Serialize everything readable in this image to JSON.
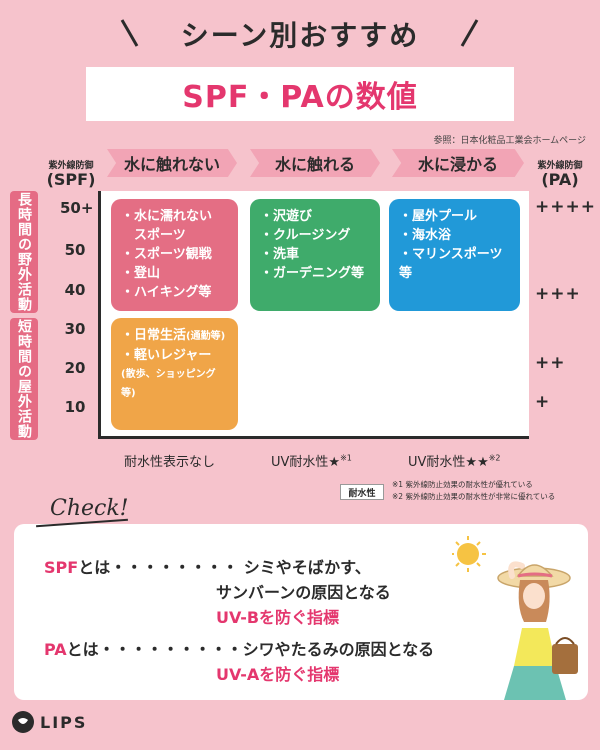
{
  "header": {
    "title": "シーン別おすすめ",
    "banner": "SPF・PAの数値",
    "reference": "参照：日本化粧品工業会ホームページ"
  },
  "axes": {
    "spf_label": "紫外線防御",
    "spf_unit": "(SPF)",
    "pa_label": "紫外線防御",
    "pa_unit": "(PA)",
    "spf_ticks": [
      "50+",
      "50",
      "40",
      "30",
      "20",
      "10"
    ],
    "pa_ticks": [
      "++++",
      "+++",
      "++",
      "+"
    ]
  },
  "columns": [
    "水に触れない",
    "水に触れる",
    "水に浸かる"
  ],
  "rows": [
    "長時間の野外活動",
    "短時間の屋外活動"
  ],
  "boxes": {
    "pink": [
      "・水に濡れない",
      "　スポーツ",
      "・スポーツ観戦",
      "・登山",
      "・ハイキング等"
    ],
    "green": [
      "・沢遊び",
      "・クルージング",
      "・洗車",
      "・ガーデニング等"
    ],
    "blue": [
      "・屋外プール",
      "・海水浴",
      "・マリンスポーツ等"
    ],
    "orange": [
      "・日常生活",
      "(通勤等)",
      "・軽いレジャー",
      "(散歩、ショッピング等)"
    ]
  },
  "x_labels": {
    "none": "耐水性表示なし",
    "uv1": "UV耐水性★",
    "uv1_note": "※1",
    "uv2": "UV耐水性★★",
    "uv2_note": "※2"
  },
  "legend": {
    "tag": "耐水性",
    "note1": "※1 紫外線防止効果の耐水性が優れている",
    "note2": "※2 紫外線防止効果の耐水性が非常に優れている"
  },
  "check": {
    "title": "Check!",
    "spf_key": "SPF",
    "spf_rest": "とは・・・・・・・・ シミやそばかす、",
    "spf_line2": "サンバーンの原因となる",
    "spf_line3": "UV-Bを防ぐ指標",
    "pa_key": "PA",
    "pa_rest": "とは・・・・・・・・・シワやたるみの原因となる",
    "pa_line2": "UV-Aを防ぐ指標"
  },
  "brand": {
    "name": "LIPS"
  },
  "colors": {
    "background": "#f6c3cc",
    "accent": "#e4376e",
    "pink_box": "#e46e84",
    "green_box": "#3fab6b",
    "blue_box": "#2199d8",
    "orange_box": "#f0a548"
  }
}
